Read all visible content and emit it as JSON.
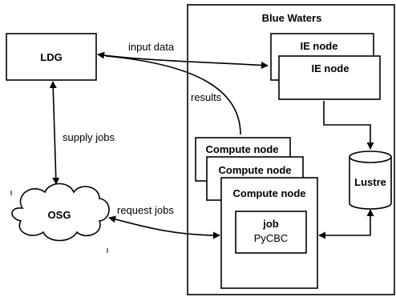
{
  "diagram": {
    "nodes": {
      "blue_waters": "Blue Waters",
      "ldg": "LDG",
      "osg": "OSG",
      "ie_node_back": "IE node",
      "ie_node_front": "IE node",
      "compute_node_1": "Compute node",
      "compute_node_2": "Compute node",
      "compute_node_3": "Compute node",
      "job_title": "job",
      "job_name": "PyCBC",
      "lustre": "Lustre"
    },
    "edges": {
      "input_data": "input data",
      "results": "results",
      "supply_jobs": "supply jobs",
      "request_jobs": "request jobs"
    }
  }
}
